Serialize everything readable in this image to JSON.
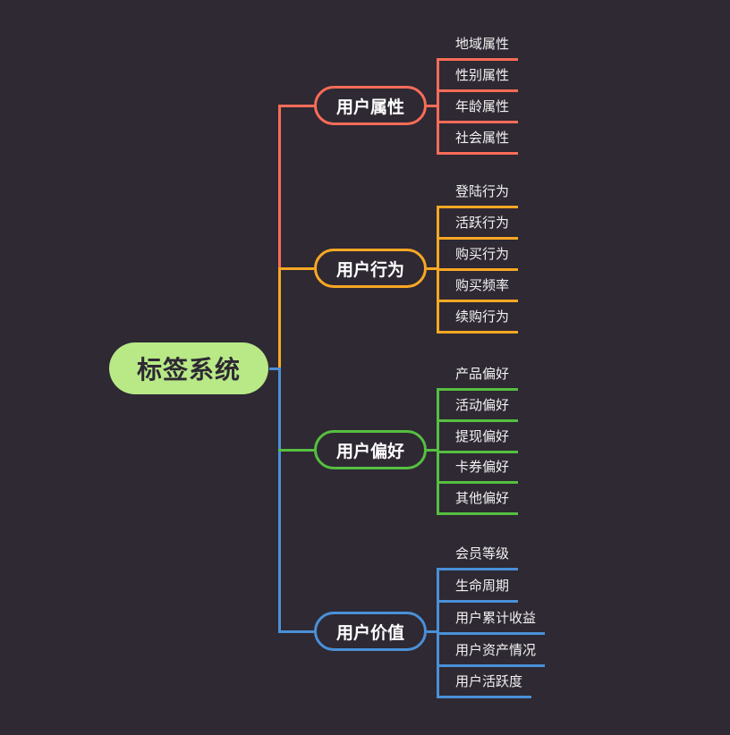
{
  "app": {
    "type": "mindmap",
    "background_color": "#2e2933"
  },
  "root": {
    "label": "标签系统",
    "fill_color": "#b8e986",
    "text_color": "#2e2933"
  },
  "branches": [
    {
      "label": "用户属性",
      "color": "#fc6c58",
      "children": [
        "地域属性",
        "性别属性",
        "年龄属性",
        "社会属性"
      ]
    },
    {
      "label": "用户行为",
      "color": "#f9a824",
      "children": [
        "登陆行为",
        "活跃行为",
        "购买行为",
        "购买频率",
        "续购行为"
      ]
    },
    {
      "label": "用户偏好",
      "color": "#56bf40",
      "children": [
        "产品偏好",
        "活动偏好",
        "提现偏好",
        "卡券偏好",
        "其他偏好"
      ]
    },
    {
      "label": "用户价值",
      "color": "#4a90d8",
      "children": [
        "会员等级",
        "生命周期",
        "用户累计收益",
        "用户资产情况",
        "用户活跃度"
      ]
    }
  ]
}
